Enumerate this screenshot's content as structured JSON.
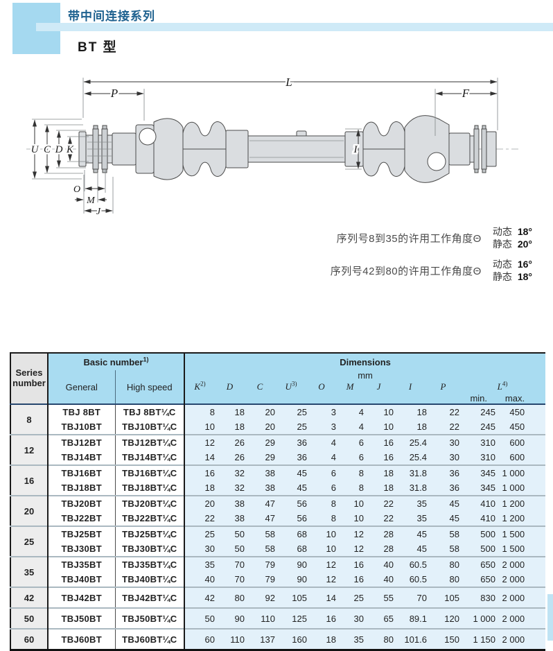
{
  "header": {
    "series_title": "带中间连接系列",
    "type_title": "BT 型"
  },
  "drawing": {
    "labels": {
      "L": "L",
      "P": "P",
      "F": "F",
      "U": "U",
      "C": "C",
      "D": "D",
      "K": "K",
      "I": "I",
      "O": "O",
      "M": "M",
      "J": "J"
    }
  },
  "notes": [
    {
      "text": "序列号8到35的许用工作角度Θ",
      "dynamic_label": "动态",
      "dynamic_value": "18°",
      "static_label": "静态",
      "static_value": "20°"
    },
    {
      "text": "序列号42到80的许用工作角度Θ",
      "dynamic_label": "动态",
      "dynamic_value": "16°",
      "static_label": "静态",
      "static_value": "18°"
    }
  ],
  "table": {
    "headers": {
      "series_line1": "Series",
      "series_line2": "number",
      "basic": "Basic number",
      "basic_sup": "1)",
      "general": "General",
      "high_speed": "High speed",
      "dimensions": "Dimensions",
      "unit": "mm",
      "cols": [
        {
          "label": "K",
          "sup": "2)"
        },
        {
          "label": "D"
        },
        {
          "label": "C"
        },
        {
          "label": "U",
          "sup": "3)"
        },
        {
          "label": "O"
        },
        {
          "label": "M"
        },
        {
          "label": "J"
        },
        {
          "label": "I"
        },
        {
          "label": "P"
        },
        {
          "label": "L",
          "sup": "4)"
        }
      ],
      "min_label": "min.",
      "max_label": "max."
    },
    "groups": [
      {
        "series": "8",
        "rows": [
          {
            "general": "TBJ 8BT",
            "high": "TBJ 8BT¼C",
            "vals": [
              "8",
              "18",
              "20",
              "25",
              "3",
              "4",
              "10",
              "18",
              "22",
              "245",
              "450"
            ]
          },
          {
            "general": "TBJ10BT",
            "high": "TBJ10BT¼C",
            "vals": [
              "10",
              "18",
              "20",
              "25",
              "3",
              "4",
              "10",
              "18",
              "22",
              "245",
              "450"
            ]
          }
        ]
      },
      {
        "series": "12",
        "rows": [
          {
            "general": "TBJ12BT",
            "high": "TBJ12BT¼C",
            "vals": [
              "12",
              "26",
              "29",
              "36",
              "4",
              "6",
              "16",
              "25.4",
              "30",
              "310",
              "600"
            ]
          },
          {
            "general": "TBJ14BT",
            "high": "TBJ14BT¼C",
            "vals": [
              "14",
              "26",
              "29",
              "36",
              "4",
              "6",
              "16",
              "25.4",
              "30",
              "310",
              "600"
            ]
          }
        ]
      },
      {
        "series": "16",
        "rows": [
          {
            "general": "TBJ16BT",
            "high": "TBJ16BT¼C",
            "vals": [
              "16",
              "32",
              "38",
              "45",
              "6",
              "8",
              "18",
              "31.8",
              "36",
              "345",
              "1 000"
            ]
          },
          {
            "general": "TBJ18BT",
            "high": "TBJ18BT¼C",
            "vals": [
              "18",
              "32",
              "38",
              "45",
              "6",
              "8",
              "18",
              "31.8",
              "36",
              "345",
              "1 000"
            ]
          }
        ]
      },
      {
        "series": "20",
        "rows": [
          {
            "general": "TBJ20BT",
            "high": "TBJ20BT¼C",
            "vals": [
              "20",
              "38",
              "47",
              "56",
              "8",
              "10",
              "22",
              "35",
              "45",
              "410",
              "1 200"
            ]
          },
          {
            "general": "TBJ22BT",
            "high": "TBJ22BT¼C",
            "vals": [
              "22",
              "38",
              "47",
              "56",
              "8",
              "10",
              "22",
              "35",
              "45",
              "410",
              "1 200"
            ]
          }
        ]
      },
      {
        "series": "25",
        "rows": [
          {
            "general": "TBJ25BT",
            "high": "TBJ25BT¼C",
            "vals": [
              "25",
              "50",
              "58",
              "68",
              "10",
              "12",
              "28",
              "45",
              "58",
              "500",
              "1 500"
            ]
          },
          {
            "general": "TBJ30BT",
            "high": "TBJ30BT¼C",
            "vals": [
              "30",
              "50",
              "58",
              "68",
              "10",
              "12",
              "28",
              "45",
              "58",
              "500",
              "1 500"
            ]
          }
        ]
      },
      {
        "series": "35",
        "rows": [
          {
            "general": "TBJ35BT",
            "high": "TBJ35BT¼C",
            "vals": [
              "35",
              "70",
              "79",
              "90",
              "12",
              "16",
              "40",
              "60.5",
              "80",
              "650",
              "2 000"
            ]
          },
          {
            "general": "TBJ40BT",
            "high": "TBJ40BT¼C",
            "vals": [
              "40",
              "70",
              "79",
              "90",
              "12",
              "16",
              "40",
              "60.5",
              "80",
              "650",
              "2 000"
            ]
          }
        ]
      },
      {
        "series": "42",
        "rows": [
          {
            "general": "TBJ42BT",
            "high": "TBJ42BT¼C",
            "vals": [
              "42",
              "80",
              "92",
              "105",
              "14",
              "25",
              "55",
              "70",
              "105",
              "830",
              "2 000"
            ]
          }
        ]
      },
      {
        "series": "50",
        "rows": [
          {
            "general": "TBJ50BT",
            "high": "TBJ50BT¼C",
            "vals": [
              "50",
              "90",
              "110",
              "125",
              "16",
              "30",
              "65",
              "89.1",
              "120",
              "1 000",
              "2 000"
            ]
          }
        ]
      },
      {
        "series": "60",
        "rows": [
          {
            "general": "TBJ60BT",
            "high": "TBJ60BT¼C",
            "vals": [
              "60",
              "110",
              "137",
              "160",
              "18",
              "35",
              "80",
              "101.6",
              "150",
              "1 150",
              "2 000"
            ]
          }
        ]
      }
    ]
  },
  "colors": {
    "accent_square": "#a5d9f0",
    "accent_band": "#cfeaf7",
    "title_blue": "#1e618f",
    "table_header_blue": "#a9dcf1",
    "value_cell_blue": "#e3f1fa",
    "series_cell_gray": "#ededed"
  }
}
